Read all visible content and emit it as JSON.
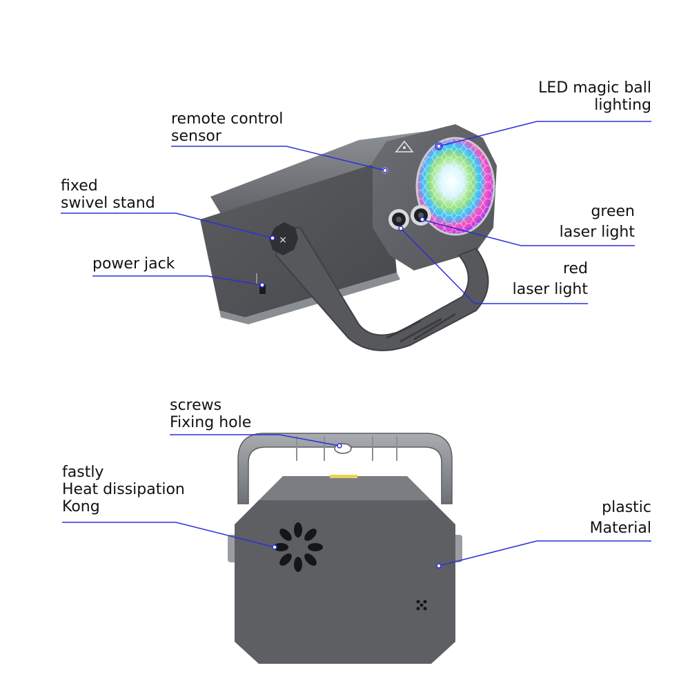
{
  "labels": {
    "led_ball": [
      "LED magic ball",
      "lighting"
    ],
    "remote_sensor": [
      "remote control",
      "sensor"
    ],
    "swivel_stand": [
      "fixed",
      "swivel stand"
    ],
    "power_jack": [
      "power jack"
    ],
    "green_laser": [
      "green",
      "laser light"
    ],
    "red_laser": [
      "red",
      "laser light"
    ],
    "screws": [
      "screws",
      "Fixing hole"
    ],
    "heat": [
      "fastly",
      "Heat dissipation",
      "Kong"
    ],
    "plastic": [
      "plastic",
      "Material"
    ]
  },
  "colors": {
    "leader_line": "#2b2fd8",
    "device_body": "#5c5e62",
    "device_dark": "#3f4145",
    "device_light": "#8a8d92",
    "text": "#111111"
  },
  "icons": {
    "laser_warning": "laser-warning-icon"
  }
}
